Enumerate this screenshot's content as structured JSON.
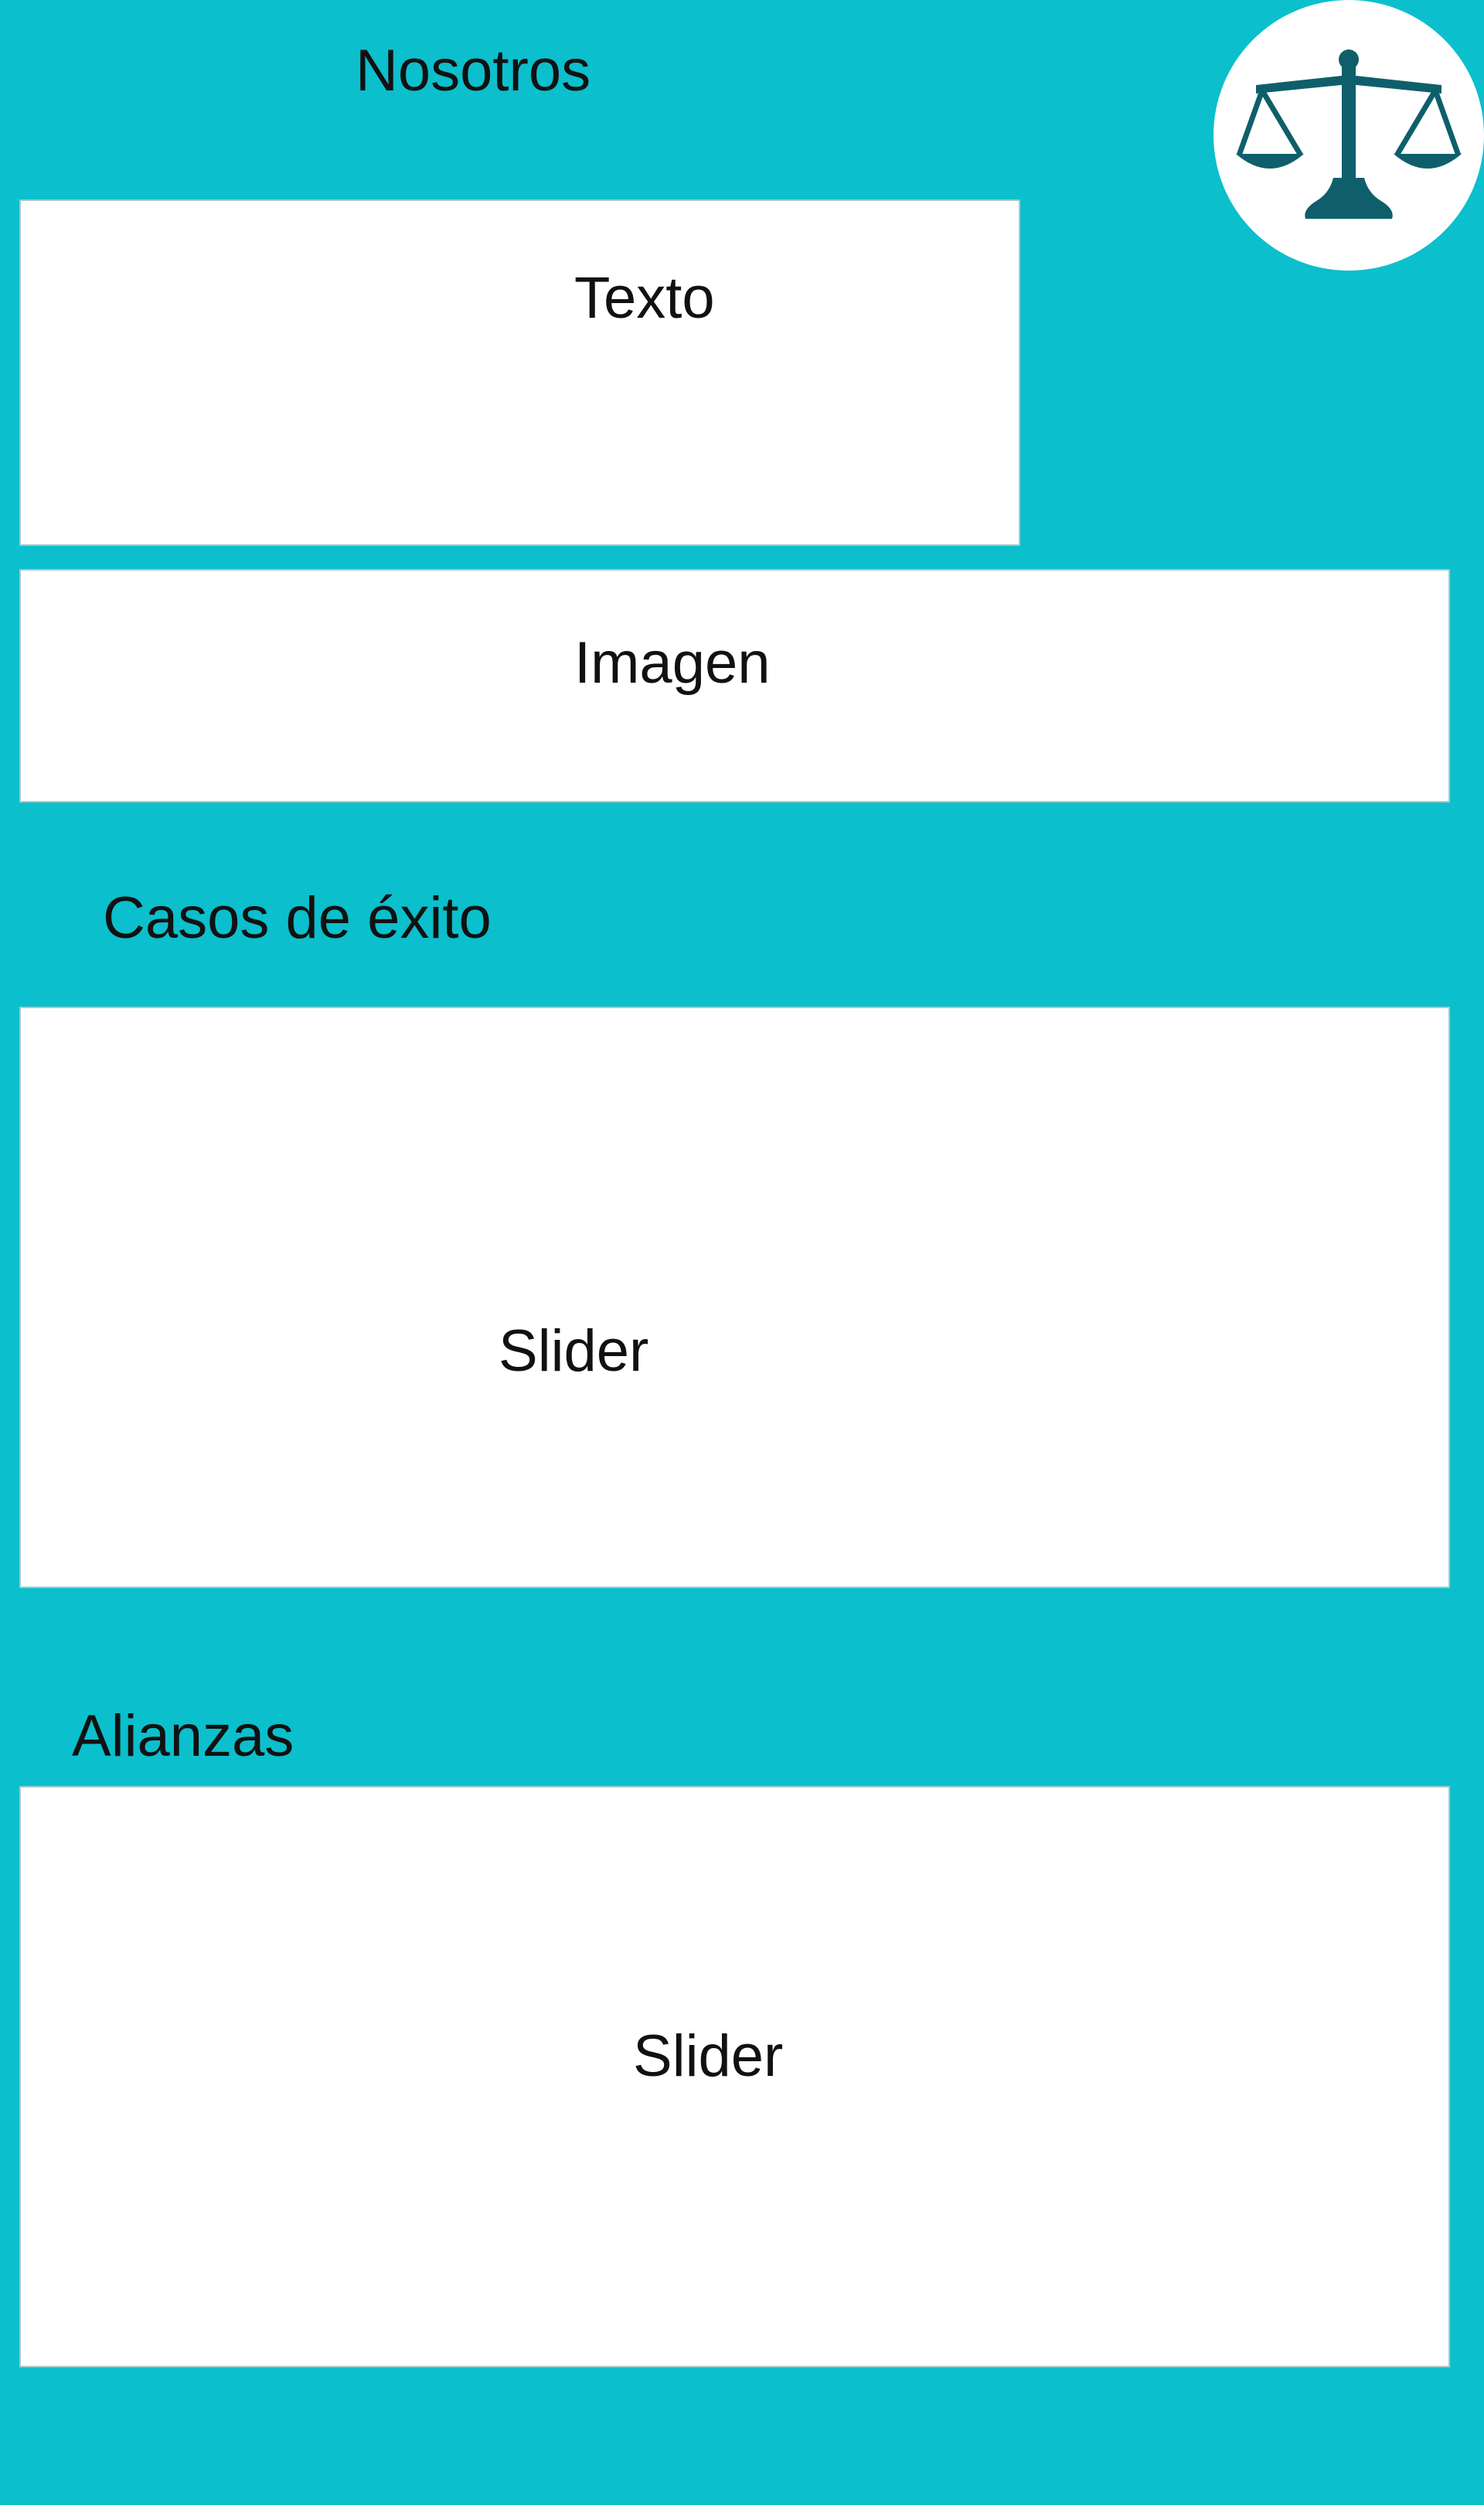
{
  "header": {
    "title": "Nosotros",
    "logo_icon": "scales-of-justice-icon"
  },
  "about": {
    "text_placeholder": "Texto",
    "image_placeholder": "Imagen"
  },
  "success_cases": {
    "title": "Casos de éxito",
    "slider_label": "Slider"
  },
  "alliances": {
    "title": "Alianzas",
    "slider_label": "Slider"
  },
  "colors": {
    "background": "#0bbfcc",
    "panel": "#ffffff",
    "logo_icon": "#0e5f6b"
  }
}
